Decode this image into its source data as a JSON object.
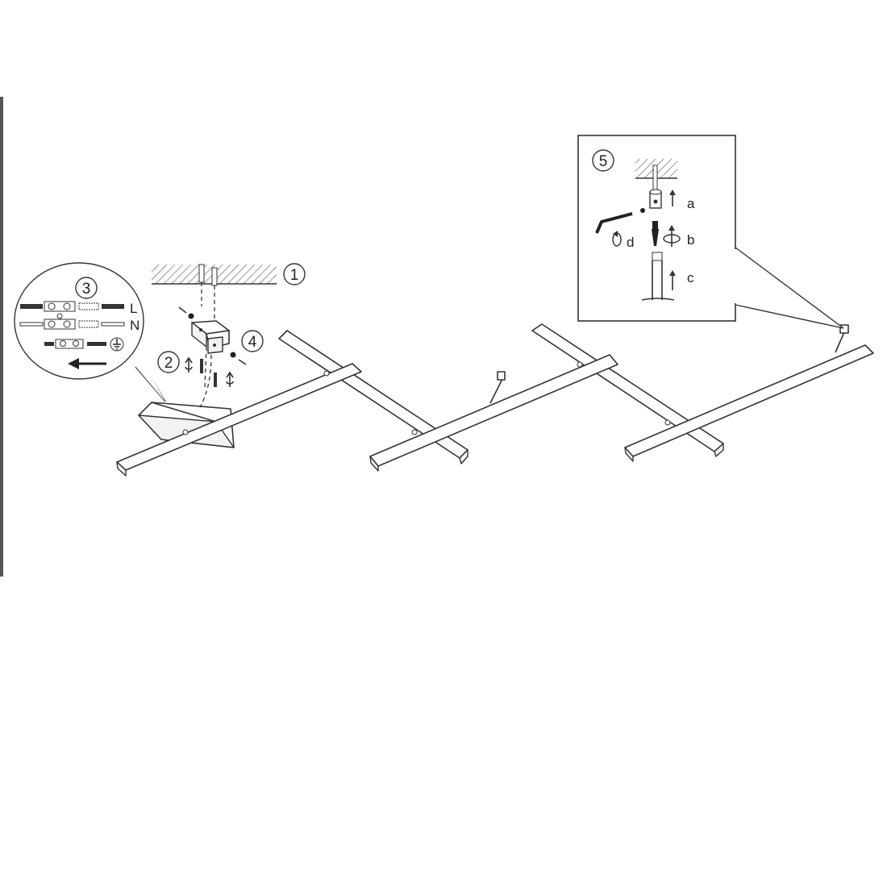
{
  "steps": {
    "step1": "1",
    "step2": "2",
    "step3": "3",
    "step4": "4",
    "step5": "5"
  },
  "wiring": {
    "live": "L",
    "neutral": "N"
  },
  "detail": {
    "a": "a",
    "b": "b",
    "c": "c",
    "d": "d"
  },
  "icons": [
    "screw-icon",
    "ground-symbol-icon",
    "hex-key-icon",
    "rotate-arrow-icon",
    "arrow-left-icon"
  ],
  "colors": {
    "line": "#333333",
    "background": "#ffffff",
    "edge_bar": "#555555"
  }
}
